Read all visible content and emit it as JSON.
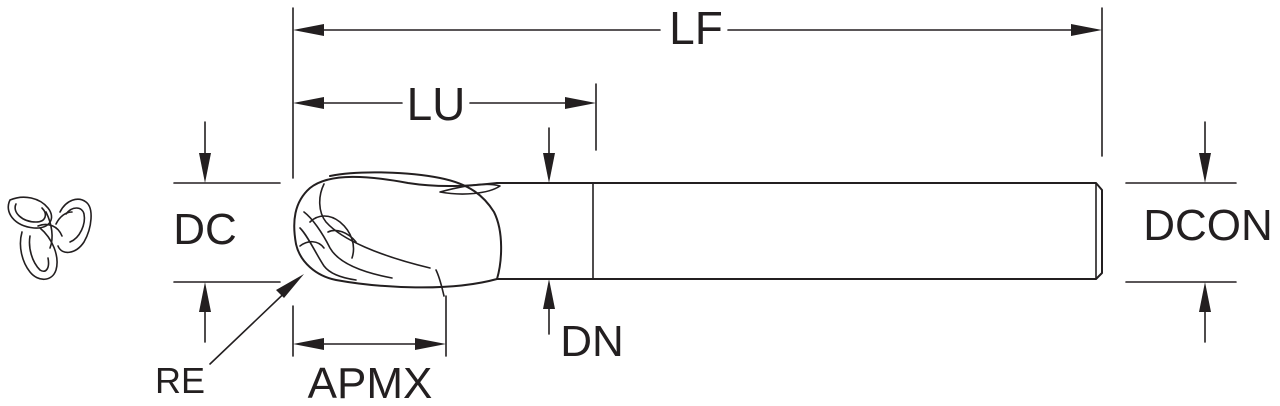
{
  "labels": {
    "lf": "LF",
    "lu": "LU",
    "dc": "DC",
    "dcon": "DCON",
    "dn": "DN",
    "re": "RE",
    "apmx": "APMX"
  },
  "colors": {
    "line": "#231f20",
    "background": "#ffffff"
  }
}
